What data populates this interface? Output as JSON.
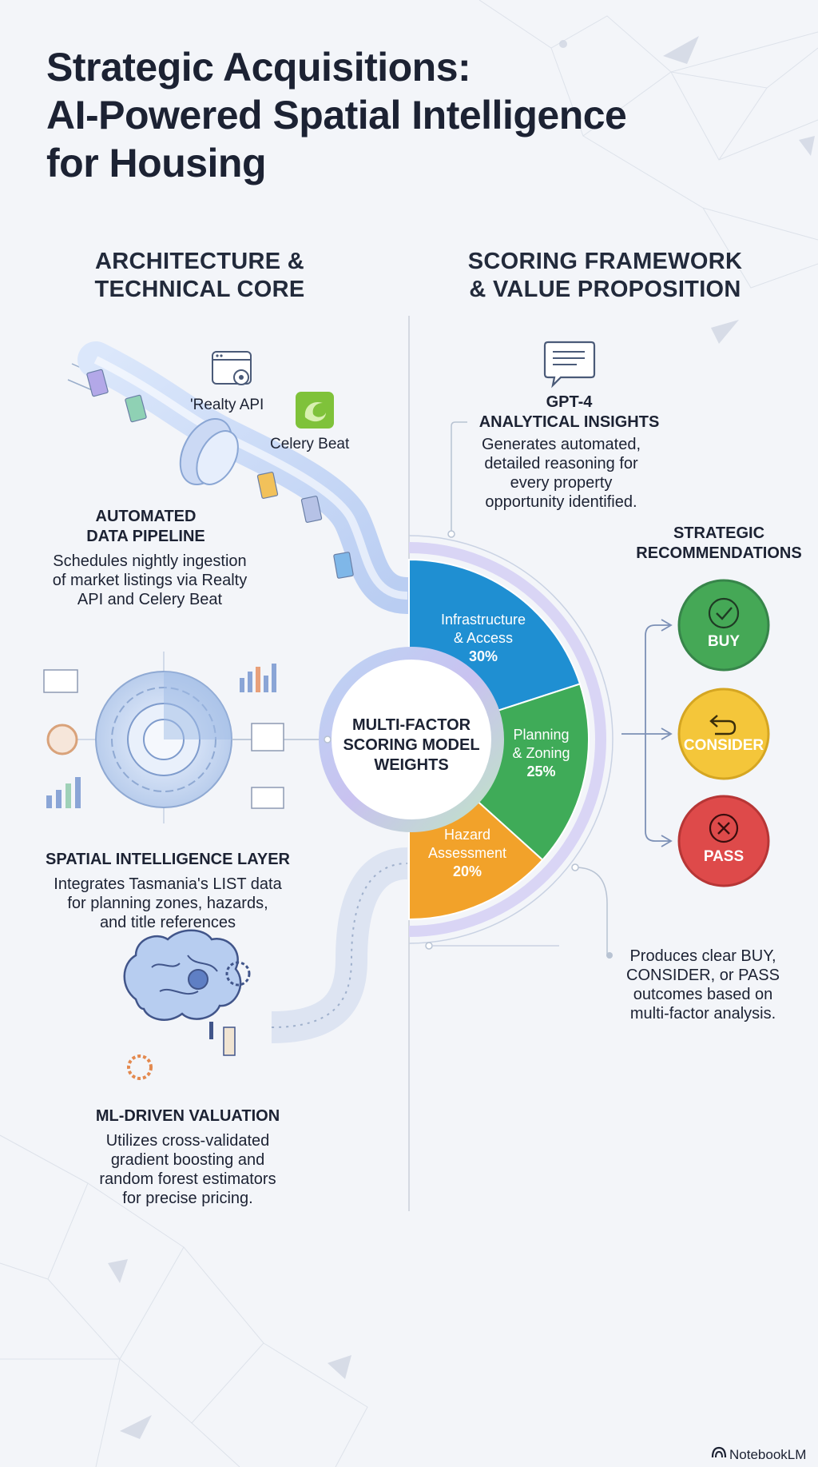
{
  "title_lines": [
    "Strategic Acquisitions:",
    "AI-Powered Spatial Intelligence",
    "for Housing"
  ],
  "left_heading": [
    "ARCHITECTURE &",
    "TECHNICAL CORE"
  ],
  "right_heading": [
    "SCORING FRAMEWORK",
    "& VALUE PROPOSITION"
  ],
  "pipeline": {
    "realty_label": "'Realty API",
    "celery_label": "Celery Beat",
    "heading": [
      "AUTOMATED",
      "DATA PIPELINE"
    ],
    "body": [
      "Schedules nightly ingestion",
      "of market listings via Realty",
      "API and Celery Beat"
    ]
  },
  "spatial": {
    "heading": [
      "SPATIAL INTELLIGENCE LAYER"
    ],
    "body": [
      "Integrates Tasmania's LIST data",
      "for planning zones, hazards,",
      "and title references"
    ]
  },
  "ml": {
    "heading": [
      "ML-DRIVEN VALUATION"
    ],
    "body": [
      "Utilizes cross-validated",
      "gradient boosting and",
      "random forest estimators",
      "for precise pricing."
    ]
  },
  "gpt": {
    "heading": [
      "GPT-4",
      "ANALYTICAL INSIGHTS"
    ],
    "body": [
      "Generates automated,",
      "detailed reasoning for",
      "every property",
      "opportunity identified."
    ]
  },
  "scoring": {
    "center_label": [
      "MULTI-FACTOR",
      "SCORING MODEL",
      "WEIGHTS"
    ],
    "segments": [
      {
        "name_lines": [
          "Infrastructure",
          "& Access"
        ],
        "weight_label": "30%",
        "weight": 30,
        "color": "#1f8fd2"
      },
      {
        "name_lines": [
          "Planning",
          "& Zoning"
        ],
        "weight_label": "25%",
        "weight": 25,
        "color": "#3fab58"
      },
      {
        "name_lines": [
          "Hazard",
          "Assessment"
        ],
        "weight_label": "20%",
        "weight": 20,
        "color": "#f2a22a"
      }
    ]
  },
  "recommendations": {
    "heading": [
      "STRATEGIC",
      "RECOMMENDATIONS"
    ],
    "items": [
      {
        "label": "BUY",
        "icon": "check-icon",
        "color": "#45a856"
      },
      {
        "label": "CONSIDER",
        "icon": "undo-arrow-icon",
        "color": "#f4c63a"
      },
      {
        "label": "PASS",
        "icon": "x-icon",
        "color": "#de4a4a"
      }
    ],
    "body": [
      "Produces clear BUY,",
      "CONSIDER, or PASS",
      "outcomes based on",
      "multi-factor analysis."
    ]
  },
  "footer": {
    "brand": "NotebookLM"
  }
}
